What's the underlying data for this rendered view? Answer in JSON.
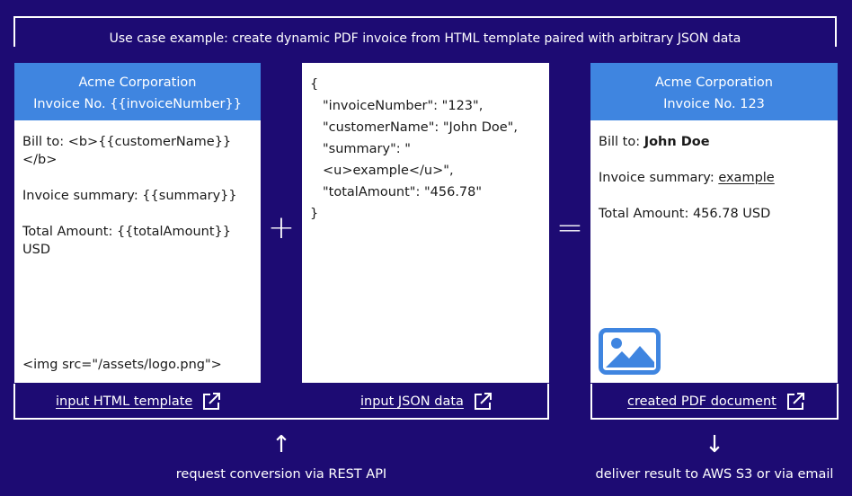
{
  "header": {
    "caption": "Use case example: create dynamic PDF invoice from HTML template paired with arbitrary JSON data"
  },
  "template_card": {
    "title_line1": "Acme Corporation",
    "title_line2": "Invoice No. {{invoiceNumber}}",
    "bill_to": "Bill to: <b>{{customerName}}</b>",
    "summary": "Invoice summary: {{summary}}",
    "total": "Total Amount: {{totalAmount}} USD",
    "img_tag": "<img src=\"/assets/logo.png\">"
  },
  "json_card": {
    "open": "{",
    "lines": [
      "\"invoiceNumber\": \"123\",",
      "\"customerName\": \"John Doe\",",
      "\"summary\": \"<u>example</u>\",",
      "\"totalAmount\": \"456.78\""
    ],
    "close": "}"
  },
  "result_card": {
    "title_line1": "Acme Corporation",
    "title_line2": "Invoice No. 123",
    "bill_to_label": "Bill to: ",
    "bill_to_value": "John Doe",
    "summary_label": "Invoice summary: ",
    "summary_value": "example",
    "total": "Total Amount: 456.78 USD",
    "icon": "image-icon"
  },
  "operators": {
    "plus": "+",
    "equals": "="
  },
  "links": {
    "template": "input HTML template",
    "json": "input JSON data",
    "pdf": "created PDF document",
    "icon": "external-link-icon"
  },
  "footer": {
    "up_arrow": "↑",
    "down_arrow": "↓",
    "request_caption": "request conversion via REST API",
    "deliver_caption": "deliver result to AWS S3 or via email"
  },
  "colors": {
    "background": "#1d0b73",
    "header_blue": "#3f85e0",
    "card": "#ffffff"
  }
}
